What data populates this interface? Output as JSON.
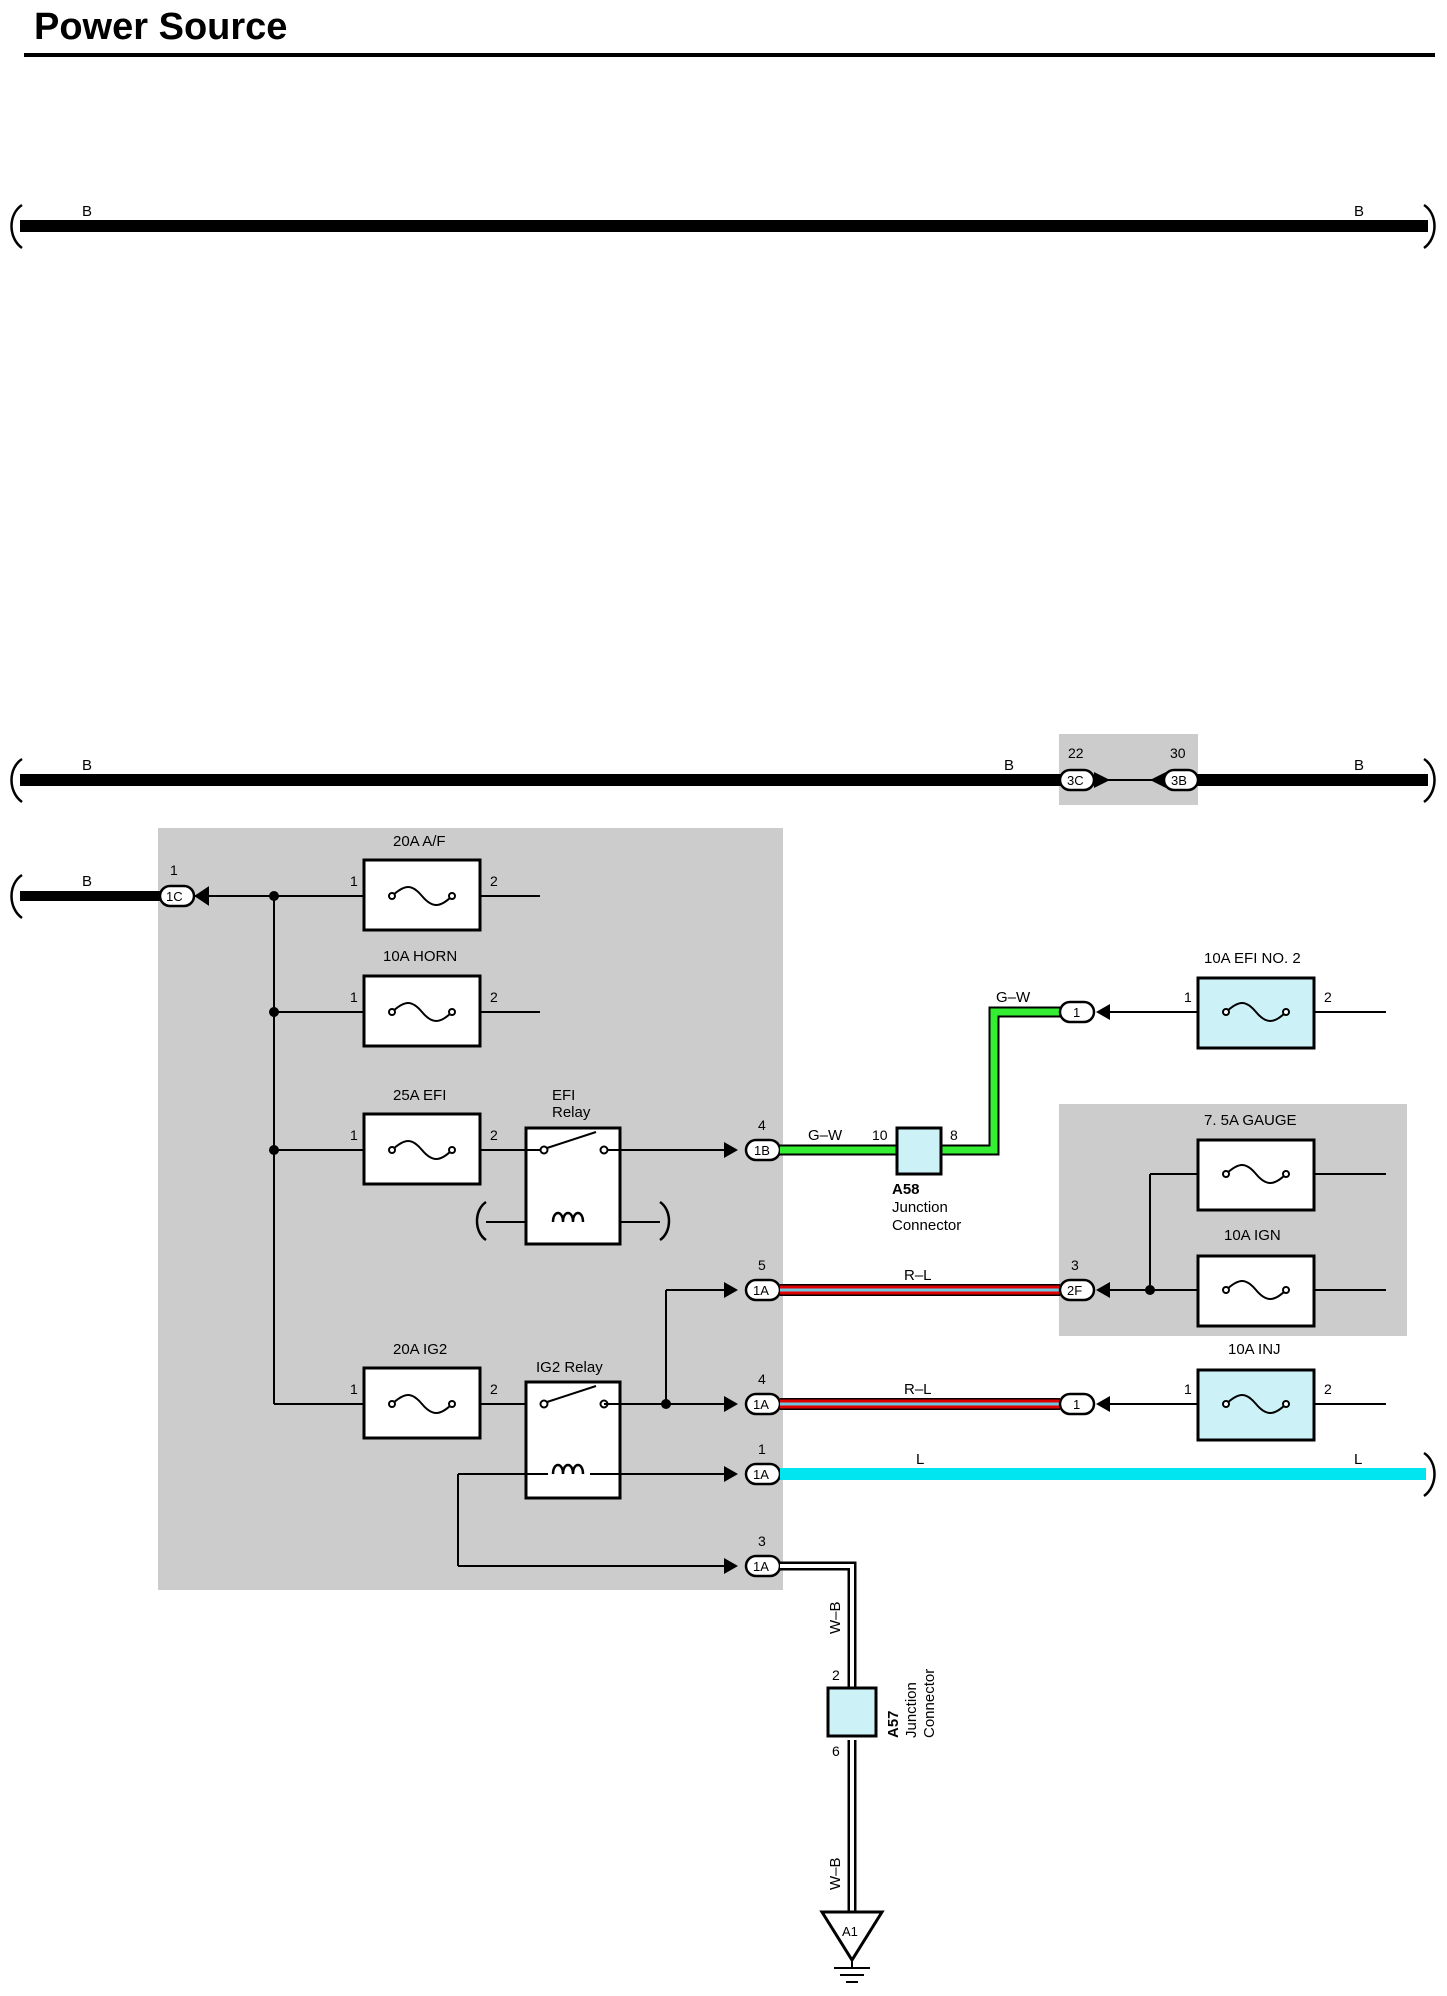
{
  "page": {
    "title": "Power Source"
  },
  "colors": {
    "wire_black": "#000000",
    "wire_gw": "#33ee33",
    "wire_rl_red": "#e00000",
    "wire_rl_blue": "#6fc8e0",
    "wire_l": "#00e5f0",
    "junction_block": "#cccccc",
    "fuse_fill": "#ccf2f7",
    "connector_fill": "#ccf2f7"
  },
  "bus": {
    "top": {
      "left_label": "B",
      "right_label": "B"
    },
    "second": {
      "left_label": "B",
      "mid_label": "B",
      "right_label": "B"
    },
    "connectors": {
      "c3c": {
        "pin": "22",
        "id": "3C"
      },
      "c3b": {
        "pin": "30",
        "id": "3B"
      }
    }
  },
  "input": {
    "wire_label": "B",
    "pin": "1",
    "connector": "1C"
  },
  "fuses": {
    "af": {
      "name": "20A A/F",
      "pin_in": "1",
      "pin_out": "2"
    },
    "horn": {
      "name": "10A HORN",
      "pin_in": "1",
      "pin_out": "2"
    },
    "efi": {
      "name": "25A EFI",
      "pin_in": "1",
      "pin_out": "2"
    },
    "ig2": {
      "name": "20A IG2",
      "pin_in": "1",
      "pin_out": "2"
    },
    "efi_no2": {
      "name": "10A EFI NO. 2",
      "pin_in": "1",
      "pin_out": "2"
    },
    "gauge": {
      "name": "7. 5A GAUGE"
    },
    "ign": {
      "name": "10A IGN"
    },
    "inj": {
      "name": "10A INJ",
      "pin_in": "1",
      "pin_out": "2"
    }
  },
  "relays": {
    "efi": {
      "line1": "EFI",
      "line2": "Relay"
    },
    "ig2": {
      "name": "IG2 Relay"
    }
  },
  "connectors": {
    "c1b": {
      "pin": "4",
      "id": "1B"
    },
    "c1a_5": {
      "pin": "5",
      "id": "1A"
    },
    "c1a_4": {
      "pin": "4",
      "id": "1A"
    },
    "c1a_1": {
      "pin": "1",
      "id": "1A"
    },
    "c1a_3": {
      "pin": "3",
      "id": "1A"
    },
    "c2f": {
      "pin": "3",
      "id": "2F"
    },
    "efi_no2_in": {
      "id": "1"
    },
    "inj_in": {
      "id": "1"
    }
  },
  "junction_connectors": {
    "a58": {
      "id": "A58",
      "line1": "Junction",
      "line2": "Connector",
      "pin_left": "10",
      "pin_right": "8"
    },
    "a57": {
      "id": "A57",
      "line1": "Junction",
      "line2": "Connector",
      "pin_top": "2",
      "pin_bottom": "6"
    }
  },
  "wires": {
    "gw_left": "G–W",
    "gw_up": "G–W",
    "rl_upper": "R–L",
    "rl_lower": "R–L",
    "l_left": "L",
    "l_right": "L",
    "wb_upper": "W–B",
    "wb_lower": "W–B"
  },
  "ground": {
    "id": "A1"
  }
}
